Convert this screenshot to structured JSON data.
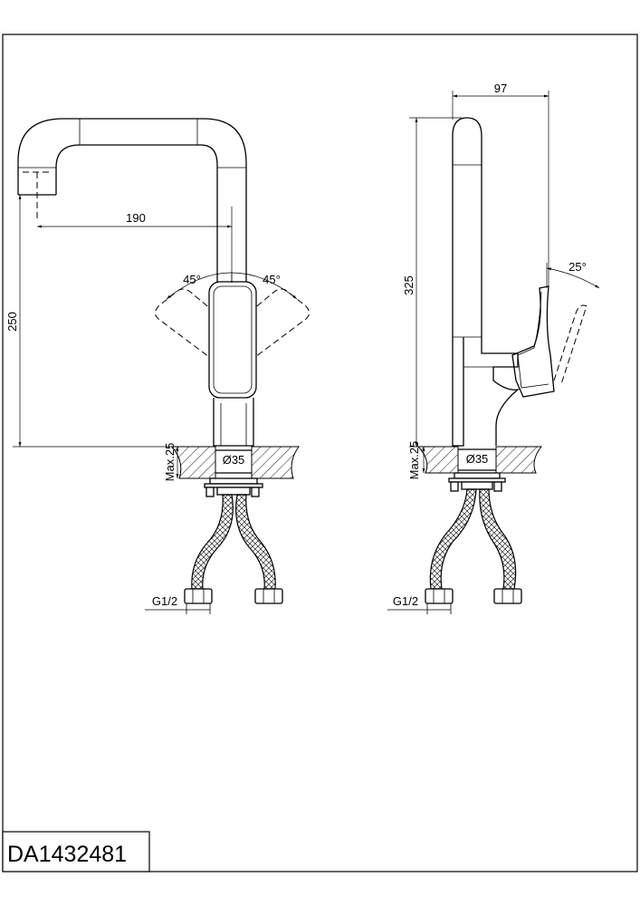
{
  "document_code": "DA1432481",
  "front_view": {
    "spout_reach": "190",
    "spout_height": "250",
    "swivel_left": "45°",
    "swivel_right": "45°",
    "base_diameter": "Ø35",
    "max_deck": "Max.25",
    "thread": "G1/2"
  },
  "side_view": {
    "depth": "97",
    "total_height": "325",
    "lever_angle": "25°",
    "base_diameter": "Ø35",
    "max_deck": "Max.25",
    "thread": "G1/2"
  }
}
